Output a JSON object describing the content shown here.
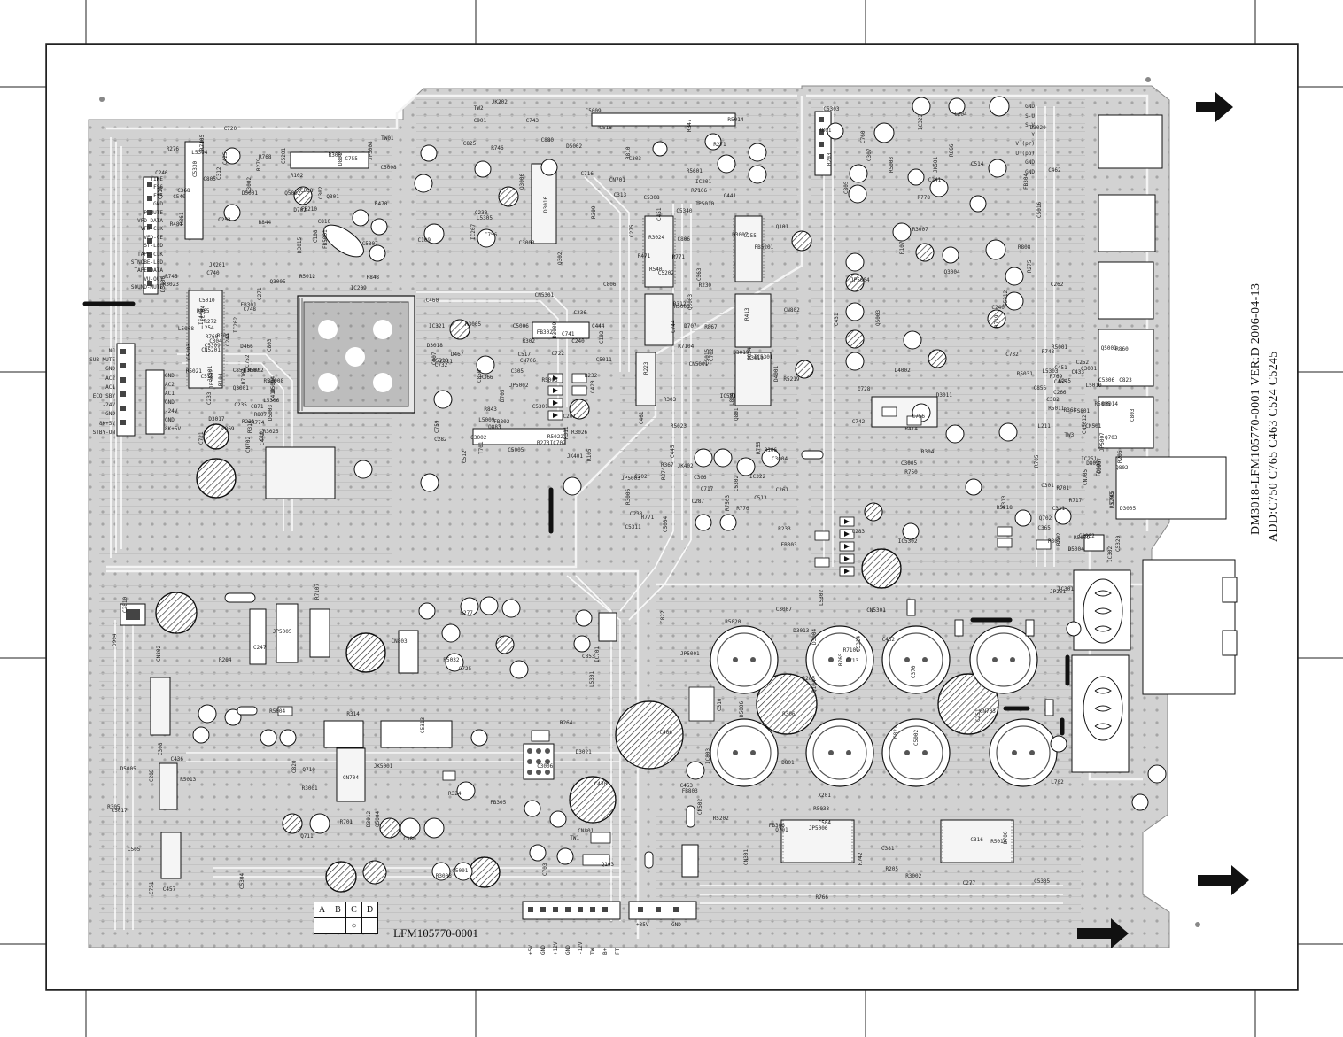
{
  "board": {
    "version_line": "DM3018-LFM105770-0001 VER:D 2006-04-13",
    "add_line": "ADD:C750 C765 C463 C524 C5245",
    "part_number": "LFM105770-0001",
    "abcd_cells": [
      "A",
      "B",
      "C",
      "D"
    ]
  },
  "connector_cn806_pins": [
    "TIME",
    "FS6",
    "FS5",
    "GND",
    "P-MUTE",
    "VFD-DATA",
    "VFD-CLK",
    "VFD-CE",
    "ST-LED",
    "TAPE-CLK",
    "STNOBE-LED",
    "TAPE-DATA",
    "VU-OUT",
    "SOUND-MUTE"
  ],
  "connector_cn905_pins": [
    "NC",
    "SUB-MUTE",
    "GND",
    "AC2",
    "AC1",
    "ECO SBY",
    "-24V",
    "GND",
    "8K+5V",
    "STBY-ON"
  ],
  "connector_cn901_pins": [
    "GND",
    "AC2",
    "AC1",
    "GND",
    "-24V",
    "GND",
    "8K+5V"
  ],
  "connector_cn301_pins": [
    "GND",
    "S-U",
    "S-V",
    "Y",
    "V (pr)",
    "U (pb)",
    "GND",
    "GND"
  ],
  "connector_cn302_pins": [
    "+5V",
    "GND",
    "+12V",
    "GND",
    "-12V",
    "TW",
    "B+",
    "FT"
  ],
  "connector_cn5001_pins": [
    "+35V",
    "GND"
  ],
  "labels": [
    "R102",
    "Q101",
    "C101",
    "C102",
    "CN802",
    "R801",
    "CN801",
    "FB803",
    "R802",
    "D801",
    "C806",
    "R807",
    "C807",
    "L804",
    "R808",
    "CN803",
    "C821",
    "Q802",
    "C810",
    "R810",
    "C851",
    "C850",
    "C854",
    "C856",
    "C853",
    "X201",
    "C245",
    "C246",
    "IC201",
    "C244",
    "C240",
    "C238",
    "C241",
    "C247",
    "C251",
    "C252",
    "C253",
    "C255",
    "L254",
    "FB802",
    "C261",
    "C262",
    "R264",
    "C277",
    "C266",
    "R276",
    "R271",
    "R272",
    "R273",
    "R274",
    "R275",
    "R277",
    "R285",
    "IC251",
    "C271",
    "C275",
    "C235",
    "C282",
    "C287",
    "C283",
    "CN802",
    "C316",
    "L211",
    "R279",
    "C230",
    "C233",
    "C236",
    "R223",
    "C240",
    "C2810",
    "IC803",
    "C803",
    "C805",
    "C806",
    "IC202",
    "C201",
    "C202",
    "R203",
    "R204",
    "R205",
    "R206",
    "FB210",
    "R230",
    "R231",
    "R232",
    "R233",
    "C204",
    "C205",
    "JP251",
    "R860",
    "R861",
    "C880",
    "C871",
    "Q883",
    "R867",
    "R866",
    "D904",
    "D801",
    "D802",
    "R848",
    "R847",
    "C869",
    "IC321",
    "IC322",
    "IC323",
    "R324",
    "C370",
    "C365",
    "C368",
    "C363",
    "R365",
    "R366",
    "R367",
    "R368",
    "C380",
    "C381",
    "C382",
    "IC209",
    "IC207",
    "C419",
    "C420",
    "R413",
    "R414",
    "C436",
    "C432",
    "C433",
    "C425",
    "C441",
    "C442",
    "C444",
    "C445",
    "C431",
    "C430",
    "C453",
    "C451",
    "R481",
    "C451",
    "IC440",
    "C460",
    "C461",
    "C462",
    "C457",
    "C466",
    "C465",
    "R470",
    "R471",
    "D466",
    "D467",
    "D4001",
    "D4002",
    "R3001",
    "R3002",
    "C3001",
    "C3002",
    "C3003",
    "Q3001",
    "Q3002",
    "Q3003",
    "Q3004",
    "L5301",
    "L5302",
    "L5303",
    "L5304",
    "L5305",
    "L5306",
    "C5301",
    "C5302",
    "C5303",
    "C5304",
    "C5305",
    "C5306",
    "C5307",
    "C5308",
    "C5309",
    "C5310",
    "C5311",
    "C5312",
    "C5313",
    "C5314",
    "C5320",
    "C5330",
    "C5340",
    "JP5001",
    "JP5002",
    "JP5003",
    "JP5004",
    "JP5005",
    "JP5006",
    "JP5007",
    "JP5008",
    "JP5010",
    "L5008",
    "L5009",
    "IC5301",
    "IC5302",
    "C5001",
    "C5002",
    "R5001",
    "FB5001",
    "FB5201",
    "CN5201",
    "CN5301",
    "CN5001",
    "R5003",
    "R5004",
    "R5020",
    "R5011",
    "D5001",
    "D5002",
    "D5003",
    "CN706",
    "R7503",
    "C760",
    "CN704",
    "CN703",
    "CN705",
    "R7105",
    "R7106",
    "R7104",
    "C759",
    "R7104",
    "C756",
    "R7107",
    "R7109",
    "CN501",
    "C518",
    "C516",
    "C519",
    "C517",
    "IC501",
    "C514",
    "C505",
    "C504",
    "CN5012",
    "C540",
    "R540",
    "R520",
    "C512",
    "C513",
    "R705",
    "Q711",
    "R766",
    "R769",
    "R768",
    "C743",
    "C748",
    "T701",
    "C744",
    "C742",
    "Q710",
    "R742",
    "R743",
    "R745",
    "R746",
    "R774",
    "C711",
    "C702",
    "R701",
    "C703",
    "Q701",
    "Q702",
    "D702",
    "R771",
    "IC704",
    "IC702",
    "R771",
    "C728",
    "C725",
    "R765",
    "C745",
    "C720",
    "TW2",
    "C721",
    "C722",
    "R755",
    "R750",
    "C751",
    "L702",
    "Q703",
    "C755",
    "C756",
    "C752",
    "C732",
    "D707",
    "C732",
    "TW1",
    "C713",
    "R717",
    "C740",
    "CN701",
    "CN702",
    "C741",
    "R776",
    "R778",
    "IC701",
    "D706",
    "TW3",
    "TW01",
    "C716",
    "R760",
    "D705",
    "C717",
    "R719",
    "R701",
    "CN502",
    "FS801",
    "R844",
    "C901",
    "C803",
    "R843",
    "Q801",
    "C805",
    "C820",
    "C822",
    "C823",
    "C810",
    "C825",
    "R5004",
    "R5003",
    "R5219",
    "R5218",
    "R5013",
    "R5010",
    "R5009",
    "R5012",
    "R5014",
    "R5021",
    "R5022",
    "R5023",
    "R5031",
    "R5032",
    "R5033",
    "C5007",
    "C5008",
    "C5009",
    "C5010",
    "C5011",
    "C5015",
    "C5016",
    "C5017",
    "CN5301",
    "L5010",
    "C5201",
    "C5202",
    "C5203",
    "C5005",
    "R5003",
    "D5004",
    "D5005",
    "D5006",
    "Q5001",
    "Q5002",
    "R5601",
    "R5002",
    "C5006",
    "C5004",
    "Q5003",
    "Q5004",
    "JP5001",
    "R5005",
    "JK201",
    "JK202",
    "JK301",
    "JK401",
    "JK402",
    "JK501",
    "JK5001",
    "CN301",
    "C301",
    "C302",
    "C303",
    "C304",
    "C305",
    "C306",
    "C307",
    "C308",
    "C310",
    "C311",
    "C312",
    "C313",
    "R301",
    "R302",
    "R303",
    "R304",
    "R305",
    "R306",
    "R307",
    "R308",
    "R309",
    "R310",
    "R311",
    "R312",
    "R313",
    "R314",
    "IC301",
    "IC302",
    "Q301",
    "Q302",
    "FB301",
    "FB302",
    "FB303",
    "FB304",
    "FB305",
    "FB306",
    "FB307",
    "C108",
    "C109",
    "R104",
    "R105",
    "R106",
    "R107",
    "Q103",
    "Q104",
    "C3002",
    "Q3005",
    "Q3006",
    "Q3007",
    "R3005",
    "R3006",
    "R3007",
    "R3008",
    "D3004",
    "D3005",
    "D3006",
    "D3007",
    "D3008",
    "D3009",
    "D3010",
    "D3011",
    "D3012",
    "D3013",
    "D3014",
    "D3015",
    "D3016",
    "D3017",
    "D3018",
    "D3019",
    "D3020",
    "D3021",
    "R5202",
    "R5203",
    "R3023",
    "R3024",
    "R3025",
    "R3026",
    "C3004",
    "C3005",
    "C3006",
    "C3007"
  ]
}
